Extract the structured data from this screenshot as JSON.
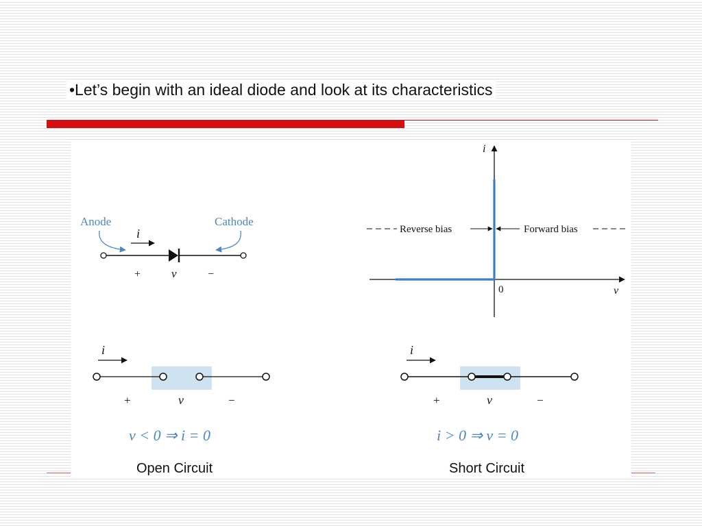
{
  "slide": {
    "bullet_text": "•Let’s begin with an ideal diode and look at its characteristics"
  },
  "diode_symbol": {
    "anode_label": "Anode",
    "cathode_label": "Cathode",
    "current_label": "i",
    "plus_label": "+",
    "voltage_label": "v",
    "minus_label": "−"
  },
  "iv_graph": {
    "y_axis_label": "i",
    "x_axis_label": "v",
    "origin_label": "0",
    "reverse_bias_label": "Reverse bias",
    "forward_bias_label": "Forward bias"
  },
  "open_circuit": {
    "current_label": "i",
    "plus_label": "+",
    "voltage_label": "v",
    "minus_label": "−",
    "condition": "v < 0 ⇒ i = 0",
    "caption": "Open Circuit"
  },
  "short_circuit": {
    "current_label": "i",
    "plus_label": "+",
    "voltage_label": "v",
    "minus_label": "−",
    "condition": "i > 0 ⇒ v = 0",
    "caption": "Short Circuit"
  },
  "colors": {
    "accent_red": "#d50f0f",
    "annotation_blue": "#4a86c5",
    "characteristic_blue": "#3f7fbf",
    "highlight_box": "#cfe2f0"
  }
}
